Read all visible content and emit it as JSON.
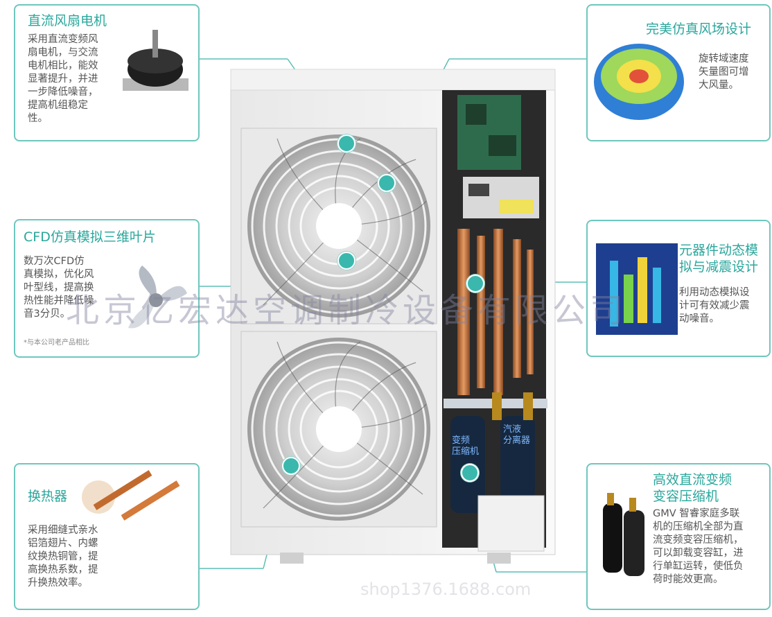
{
  "colors": {
    "accent": "#29a79c",
    "card_border": "#6ec7be",
    "dot": "#3bb8ad",
    "body_text": "#555555"
  },
  "cards": {
    "fan_motor": {
      "title": "直流风扇电机",
      "body": "采用直流变频风\n扇电机，与交流\n电机相比，能效\n显著提升，并进\n一步降低噪音，\n提高机组稳定\n性。"
    },
    "blade": {
      "title": "CFD仿真模拟三维叶片",
      "body": "数万次CFD仿\n真模拟，优化风\n叶型线，提高换\n热性能并降低噪\n音3分贝。",
      "note": "*与本公司老产品相比"
    },
    "heat_exchanger": {
      "title": "换热器",
      "body": "采用细缝式亲水\n铝箔翅片、内螺\n纹换热铜管，提\n高换热系数，提\n升换热效率。"
    },
    "wind_field": {
      "title": "完美仿真风场设计",
      "body": "旋转域速度\n矢量图可增\n大风量。"
    },
    "component": {
      "title": "元器件动态模\n拟与减震设计",
      "body": "利用动态模拟设\n计可有效减少震\n动噪音。"
    },
    "compressor": {
      "title": "高效直流变频\n变容压缩机",
      "body": "GMV 智睿家庭多联\n机的压缩机全部为直\n流变频变容压缩机，\n可以卸载变容缸，进\n行单缸运转，使低负\n荷时能效更高。"
    }
  },
  "unit_labels": {
    "compressor_label": "变频\n压缩机",
    "separator_label": "汽液\n分离器"
  },
  "watermark": "北京亿宏达空调制冷设备有限公司",
  "watermark_small": "shop1376.1688.com"
}
